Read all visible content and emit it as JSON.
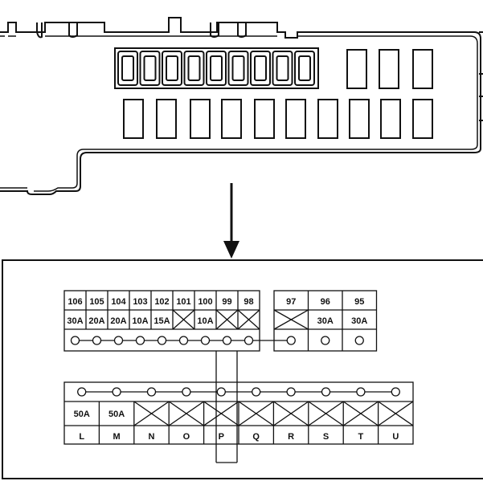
{
  "top_row": {
    "cells": [
      {
        "id": "106",
        "amp": "30A"
      },
      {
        "id": "105",
        "amp": "20A"
      },
      {
        "id": "104",
        "amp": "20A"
      },
      {
        "id": "103",
        "amp": "10A"
      },
      {
        "id": "102",
        "amp": "15A"
      },
      {
        "id": "101",
        "amp": ""
      },
      {
        "id": "100",
        "amp": "10A"
      },
      {
        "id": "99",
        "amp": ""
      },
      {
        "id": "98",
        "amp": ""
      }
    ],
    "right_cells": [
      {
        "id": "97",
        "amp": ""
      },
      {
        "id": "96",
        "amp": "30A"
      },
      {
        "id": "95",
        "amp": "30A"
      }
    ]
  },
  "bottom_row": {
    "cells": [
      {
        "id": "L",
        "amp": "50A"
      },
      {
        "id": "M",
        "amp": "50A"
      },
      {
        "id": "N",
        "amp": ""
      },
      {
        "id": "O",
        "amp": ""
      },
      {
        "id": "P",
        "amp": ""
      },
      {
        "id": "Q",
        "amp": ""
      },
      {
        "id": "R",
        "amp": ""
      },
      {
        "id": "S",
        "amp": ""
      },
      {
        "id": "T",
        "amp": ""
      },
      {
        "id": "U",
        "amp": ""
      }
    ]
  },
  "colors": {
    "line": "#111111",
    "background": "#ffffff"
  }
}
